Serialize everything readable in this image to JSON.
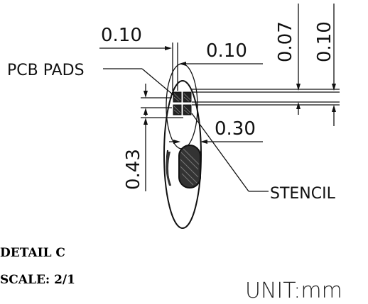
{
  "dimensions": {
    "top_left": "0.10",
    "top_right": "0.10",
    "vert_a": "0.07",
    "vert_b": "0.10",
    "mid": "0.30",
    "left_vert": "0.43"
  },
  "labels": {
    "pcb_pads": "PCB PADS",
    "stencil": "STENCIL"
  },
  "detail": {
    "title": "DETAIL C",
    "scale": "SCALE: 2/1"
  },
  "unit": "UNIT:mm"
}
